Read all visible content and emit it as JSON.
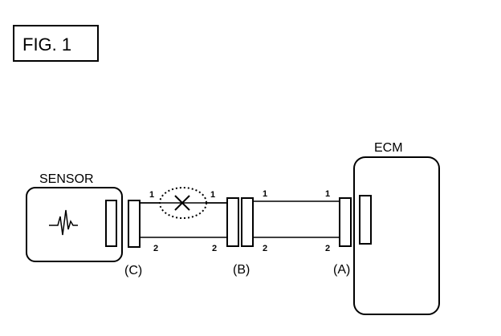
{
  "figure": {
    "title": "FIG. 1"
  },
  "sensor": {
    "label": "SENSOR"
  },
  "ecm": {
    "label": "ECM"
  },
  "connectors": {
    "c": "(C)",
    "b": "(B)",
    "a": "(A)"
  },
  "pins": {
    "c_b_top_left": "1",
    "c_b_top_right": "1",
    "c_b_bottom_left": "2",
    "c_b_bottom_right": "2",
    "b_a_top_left": "1",
    "b_a_top_right": "1",
    "b_a_bottom_left": "2",
    "b_a_bottom_right": "2"
  },
  "fault": {
    "icon": "open-circuit-x-icon"
  }
}
